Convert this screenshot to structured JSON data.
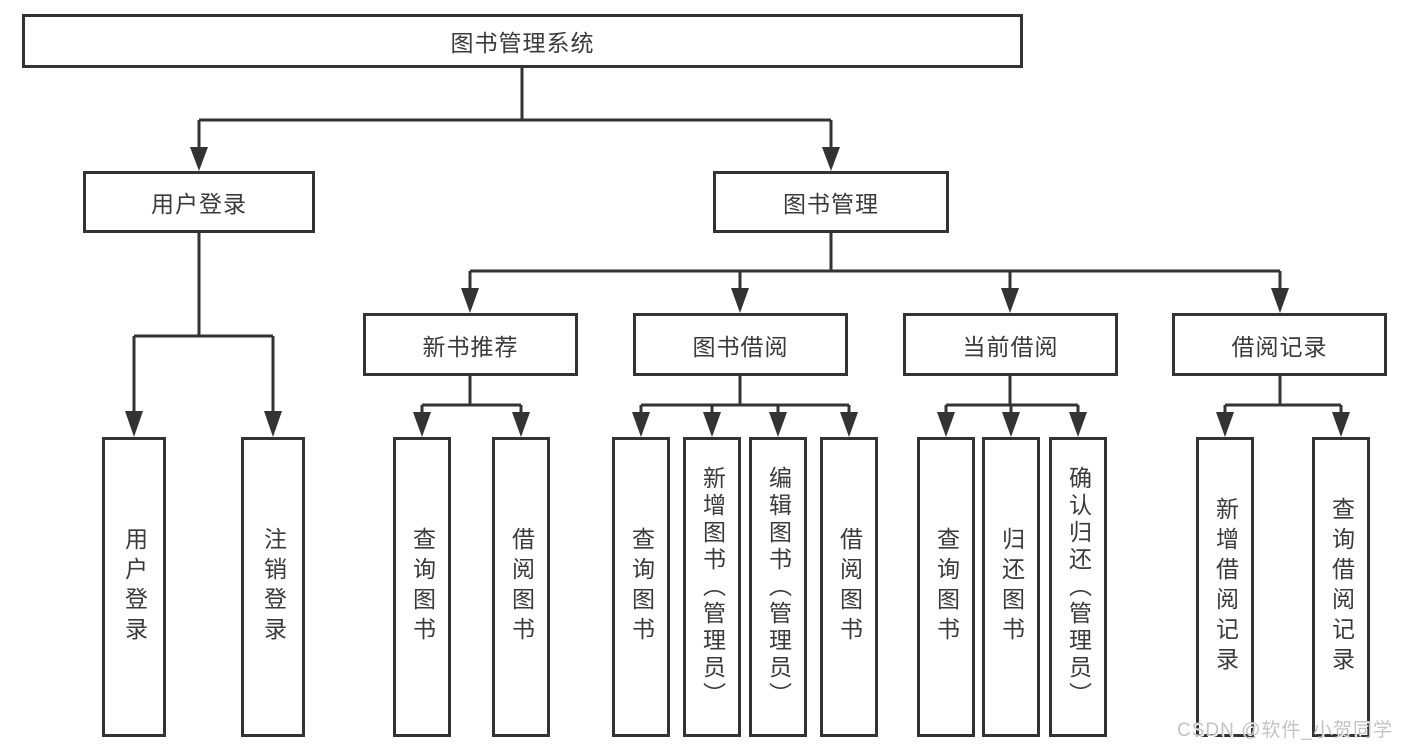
{
  "diagram": {
    "type": "tree",
    "root": {
      "label": "图书管理系统",
      "children": [
        {
          "label": "用户登录",
          "children": [
            {
              "label": "用户登录"
            },
            {
              "label": "注销登录"
            }
          ]
        },
        {
          "label": "图书管理",
          "children": [
            {
              "label": "新书推荐",
              "children": [
                {
                  "label": "查询图书"
                },
                {
                  "label": "借阅图书"
                }
              ]
            },
            {
              "label": "图书借阅",
              "children": [
                {
                  "label": "查询图书"
                },
                {
                  "label": "新增图书（管理员）"
                },
                {
                  "label": "编辑图书（管理员）"
                },
                {
                  "label": "借阅图书"
                }
              ]
            },
            {
              "label": "当前借阅",
              "children": [
                {
                  "label": "查询图书"
                },
                {
                  "label": "归还图书"
                },
                {
                  "label": "确认归还（管理员）"
                }
              ]
            },
            {
              "label": "借阅记录",
              "children": [
                {
                  "label": "新增借阅记录"
                },
                {
                  "label": "查询借阅记录"
                }
              ]
            }
          ]
        }
      ]
    }
  },
  "watermark": {
    "text": "CSDN @软件_小贺同学"
  },
  "colors": {
    "line": "#333333",
    "box_border": "#333333",
    "text": "#3a3a3a",
    "background": "#ffffff",
    "watermark": "#c3c3c3"
  }
}
